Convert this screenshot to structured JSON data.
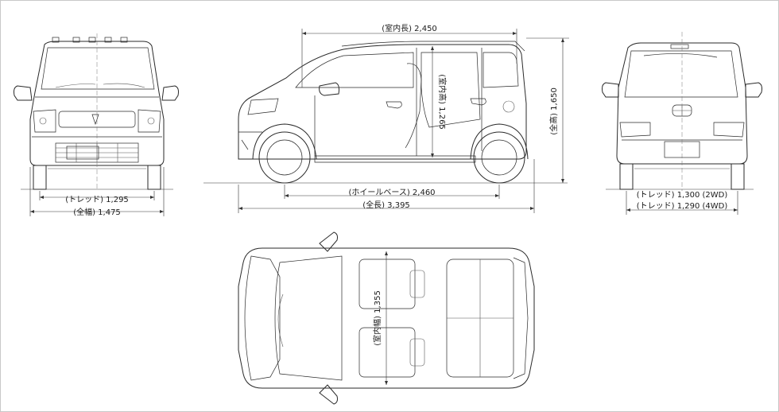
{
  "dimensions": {
    "front_tread": "(トレッド) 1,295",
    "overall_width": "(全幅) 1,475",
    "interior_length": "(室内長) 2,450",
    "interior_height": "(室内高) 1,265",
    "overall_height": "(全高) 1,650",
    "wheelbase": "(ホイールベース) 2,460",
    "overall_length": "(全長) 3,395",
    "rear_tread_2wd": "(トレッド) 1,300 (2WD)",
    "rear_tread_4wd": "(トレッド) 1,290 (4WD)",
    "interior_width": "(室内幅) 1,355"
  }
}
